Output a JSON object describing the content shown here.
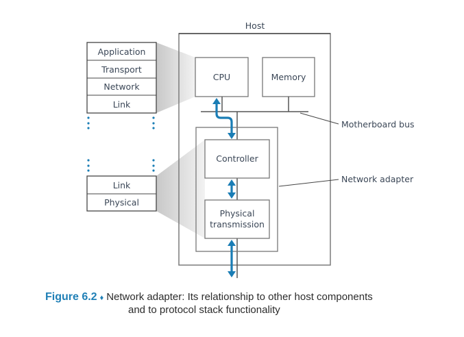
{
  "figure": {
    "host_label": "Host",
    "cpu_label": "CPU",
    "memory_label": "Memory",
    "controller_label": "Controller",
    "physical_transmission_label": [
      "Physical",
      "transmission"
    ],
    "motherboard_bus_label": "Motherboard bus",
    "network_adapter_label": "Network adapter",
    "upper_stack": [
      "Application",
      "Transport",
      "Network",
      "Link"
    ],
    "lower_stack": [
      "Link",
      "Physical"
    ],
    "accent_color": "#1a7db5"
  },
  "caption": {
    "number": "Figure 6.2",
    "separator": "♦",
    "line1": "Network adapter: Its relationship to other host components",
    "line2": "and to protocol stack functionality"
  }
}
